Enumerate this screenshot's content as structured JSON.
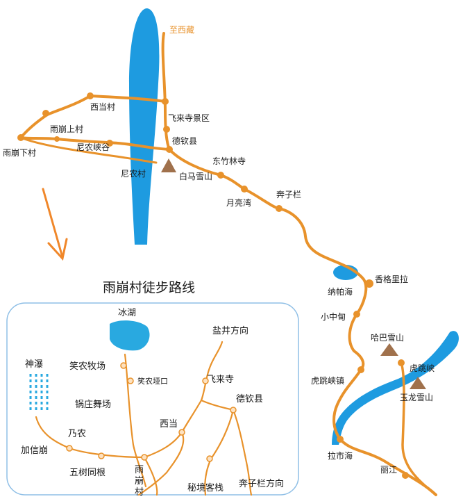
{
  "map": {
    "top_direction": "至西藏",
    "places": {
      "xidang": "西当村",
      "feilai_scenic": "飞来寺景区",
      "yubeng_upper": "雨崩上村",
      "deqin": "德钦县",
      "yubeng_lower": "雨崩下村",
      "ninong_gorge": "尼农峡谷",
      "dongzhulin": "东竹林寺",
      "ninong": "尼农村",
      "baima": "白马雪山",
      "yueliangwan": "月亮湾",
      "benzilan": "奔子栏",
      "napahai": "纳帕海",
      "shangrila": "香格里拉",
      "xiaozhongdian": "小中甸",
      "haba": "哈巴雪山",
      "tiger_town": "虎跳峡镇",
      "tiger_gorge": "虎跳峡",
      "yulong": "玉龙雪山",
      "lashihai": "拉市海",
      "lijiang": "丽江"
    }
  },
  "inset": {
    "title": "雨崩村徒步路线",
    "places": {
      "icelake": "冰湖",
      "yanjing_dir": "盐井方向",
      "shenpu": "神瀑",
      "xiaonong_camp": "笑农牧场",
      "xiaonong_pass": "笑农垭口",
      "feilai": "飞来寺",
      "guozhuang": "锅庄舞场",
      "deqin": "德钦县",
      "xidang": "西当",
      "naining": "乃农",
      "jiaxinbeng": "加信崩",
      "wushu": "五树同根",
      "yubeng_village": "雨崩村",
      "mijing": "秘境客栈",
      "benzilan_dir": "奔子栏方向"
    }
  },
  "colors": {
    "route": "#e8922b",
    "river": "#1e9be0",
    "inset_border": "#8fbfe6",
    "arrow": "#f0872a",
    "mountain": "#a0714c"
  }
}
